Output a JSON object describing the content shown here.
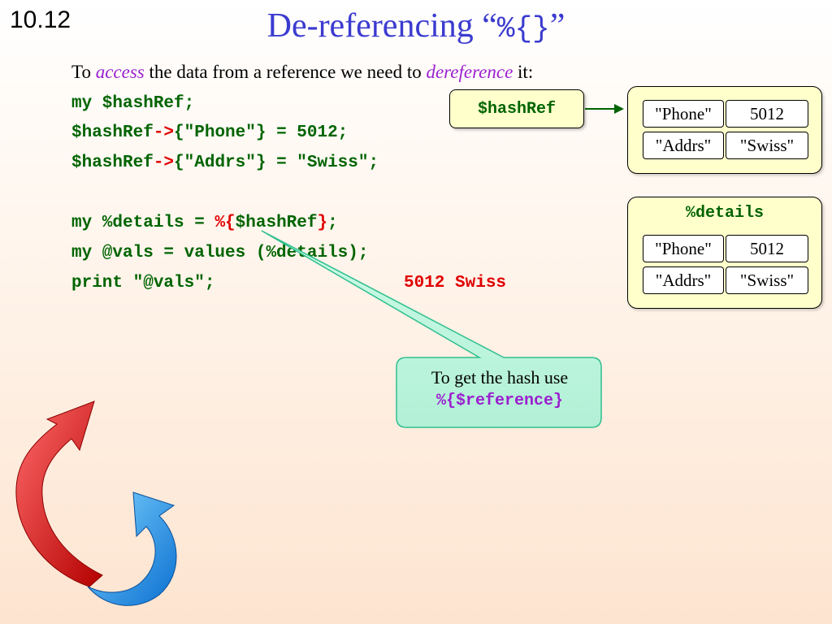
{
  "slide": {
    "number": "10.12",
    "title_text": "De-referencing “",
    "title_code": "%{}",
    "title_end": "”"
  },
  "intro": {
    "part1": "To ",
    "access": "access",
    "part2": " the data from a reference we need to ",
    "dereference": "dereference",
    "part3": " it:"
  },
  "code": {
    "line1": "my $hashRef;",
    "line2_a": "$hashRef",
    "line2_arrow": "->",
    "line2_b": "{\"Phone\"} = 5012;",
    "line3_a": "$hashRef",
    "line3_arrow": "->",
    "line3_b": "{\"Addrs\"} = \"Swiss\";",
    "line4_a": "my %details = ",
    "line4_open": "%{",
    "line4_mid": "$hashRef",
    "line4_close": "}",
    "line4_end": ";",
    "line5": "my @vals = values (%details);",
    "line6": "print \"@vals\";",
    "output": "5012 Swiss"
  },
  "diagram": {
    "ref_label": "$hashRef",
    "hash1": {
      "rows": [
        [
          "\"Phone\"",
          "5012"
        ],
        [
          "\"Addrs\"",
          "\"Swiss\""
        ]
      ]
    },
    "hash2": {
      "title": "%details",
      "rows": [
        [
          "\"Phone\"",
          "5012"
        ],
        [
          "\"Addrs\"",
          "\"Swiss\""
        ]
      ]
    }
  },
  "callout": {
    "text": "To get the hash use",
    "code": "%{$reference}"
  },
  "colors": {
    "title": "#3b3bd0",
    "code": "#006400",
    "highlight": "#e00000",
    "emphasis": "#9b1fcf",
    "callout_fill": "#c9fbe6",
    "box_fill": "#ffffcc"
  }
}
